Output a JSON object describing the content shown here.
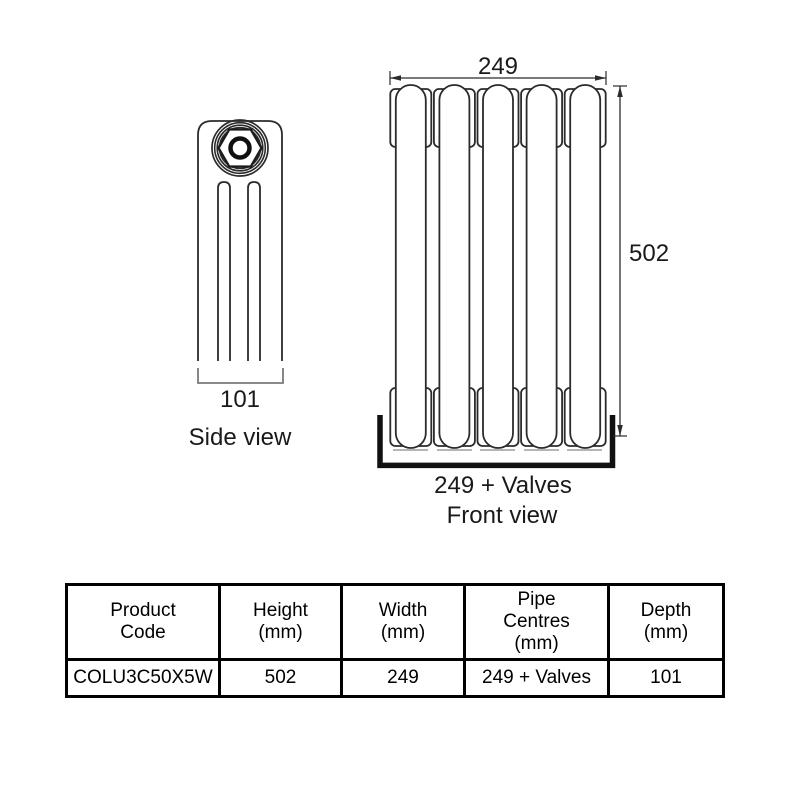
{
  "side_view": {
    "depth_dimension": "101",
    "label": "Side view"
  },
  "front_view": {
    "width_dimension": "249",
    "height_dimension": "502",
    "pipe_centres_dimension": "249 + Valves",
    "label": "Front view"
  },
  "table": {
    "headers": [
      "Product\nCode",
      "Height\n(mm)",
      "Width\n(mm)",
      "Pipe\nCentres\n(mm)",
      "Depth\n(mm)"
    ],
    "row": [
      "COLU3C50X5W",
      "502",
      "249",
      "249 + Valves",
      "101"
    ]
  },
  "colors": {
    "line": "#2b2b2b",
    "text": "#1a1a1a",
    "table_border": "#000000",
    "bracket_gray": "#7a7a7a",
    "shadow_gray": "#b5b5b5",
    "heavy_bracket": "#111111"
  }
}
